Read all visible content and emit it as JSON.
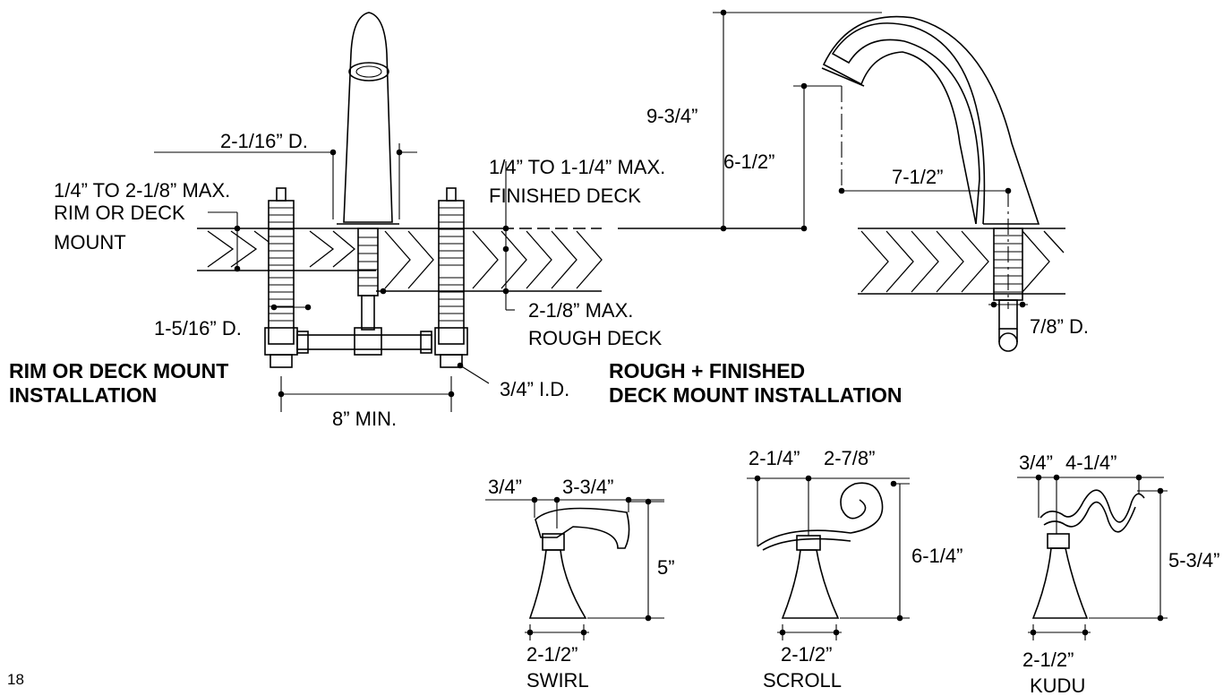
{
  "page_number": "18",
  "rim_mount": {
    "title_line1": "RIM OR DECK MOUNT",
    "title_line2": "INSTALLATION",
    "label_range_1": "1/4” TO 2-1/8” MAX.",
    "label_range_2": "RIM OR DECK",
    "label_range_3": "MOUNT",
    "spout_diameter": "2-1/16” D.",
    "valve_diameter": "1-5/16” D.",
    "inlet": "3/4” I.D.",
    "spacing": "8” MIN."
  },
  "deck_mount": {
    "title_line1": "ROUGH + FINISHED",
    "title_line2": "DECK MOUNT INSTALLATION",
    "finished_1": "1/4” TO 1-1/4” MAX.",
    "finished_2": "FINISHED DECK",
    "rough_1": "2-1/8” MAX.",
    "rough_2": "ROUGH DECK"
  },
  "spout_profile": {
    "height": "9-3/4”",
    "clearance": "6-1/2”",
    "reach": "7-1/2”",
    "shank": "7/8” D."
  },
  "handles": [
    {
      "name": "SWIRL",
      "top_a": "3/4”",
      "top_b": "3-3/4”",
      "height": "5”",
      "base": "2-1/2”"
    },
    {
      "name": "SCROLL",
      "top_a": "2-1/4”",
      "top_b": "2-7/8”",
      "height": "6-1/4”",
      "base": "2-1/2”"
    },
    {
      "name": "KUDU",
      "top_a": "3/4”",
      "top_b": "4-1/4”",
      "height": "5-3/4”",
      "base": "2-1/2”"
    }
  ]
}
